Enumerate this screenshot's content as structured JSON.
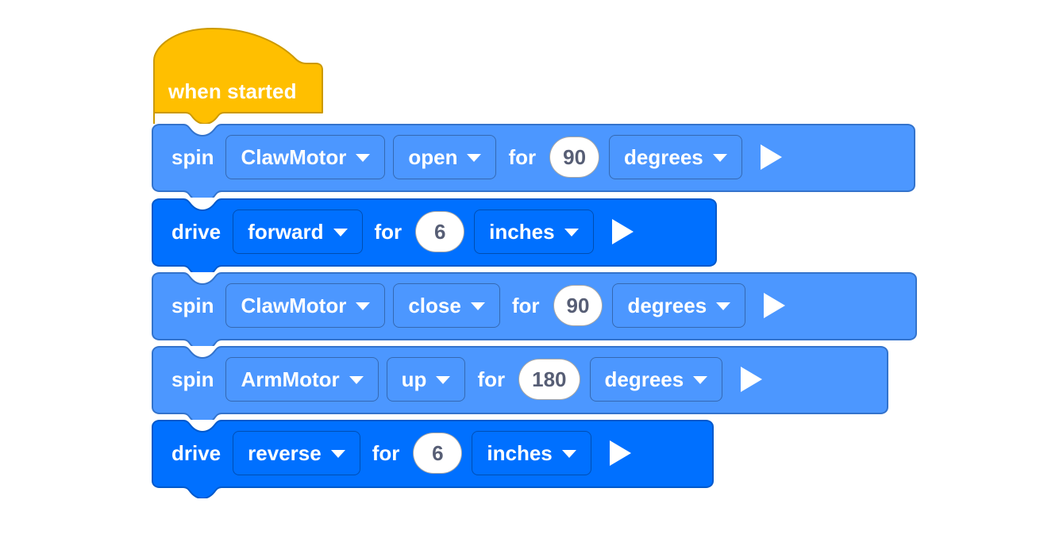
{
  "app": {
    "name": "vexcode-block-editor",
    "background_color": "#ffffff"
  },
  "colors": {
    "event_block": "#FFBF00",
    "event_block_outline": "#CC9900",
    "motor_block": "#4C97FF",
    "motor_block_outline": "#3373CC",
    "drivetrain_block": "#0070FF",
    "drivetrain_block_outline": "#0059CC",
    "label_text": "#FFFFFF",
    "number_text": "#575E75",
    "number_field_bg": "#FFFFFF"
  },
  "program": {
    "hat": {
      "label": "when started",
      "icon": "hat-block-shape"
    },
    "blocks": [
      {
        "id": "spin-claw-open",
        "type": "spin",
        "category": "motor",
        "verb": "spin",
        "device": "ClawMotor",
        "direction": "open",
        "for_label": "for",
        "amount": "90",
        "units": "degrees",
        "run_icon": "play-triangle-icon"
      },
      {
        "id": "drive-forward-6",
        "type": "drive",
        "category": "drivetrain",
        "verb": "drive",
        "direction": "forward",
        "for_label": "for",
        "amount": "6",
        "units": "inches",
        "run_icon": "play-triangle-icon"
      },
      {
        "id": "spin-claw-close",
        "type": "spin",
        "category": "motor",
        "verb": "spin",
        "device": "ClawMotor",
        "direction": "close",
        "for_label": "for",
        "amount": "90",
        "units": "degrees",
        "run_icon": "play-triangle-icon"
      },
      {
        "id": "spin-arm-up",
        "type": "spin",
        "category": "motor",
        "verb": "spin",
        "device": "ArmMotor",
        "direction": "up",
        "for_label": "for",
        "amount": "180",
        "units": "degrees",
        "run_icon": "play-triangle-icon"
      },
      {
        "id": "drive-reverse-6",
        "type": "drive",
        "category": "drivetrain",
        "verb": "drive",
        "direction": "reverse",
        "for_label": "for",
        "amount": "6",
        "units": "inches",
        "run_icon": "play-triangle-icon"
      }
    ]
  }
}
